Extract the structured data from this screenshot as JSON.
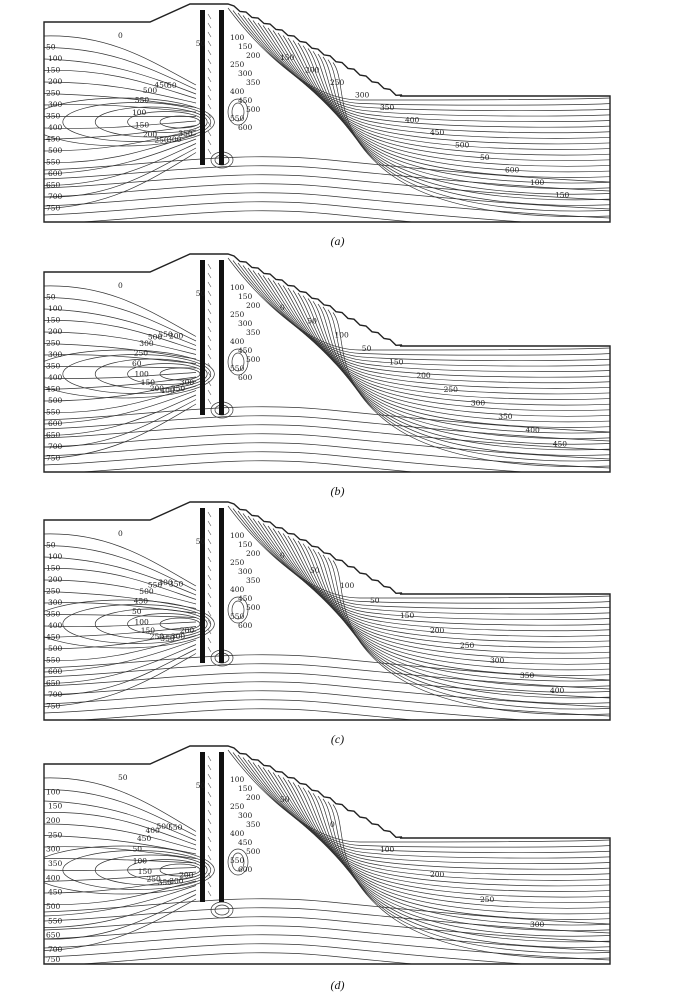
{
  "panels": [
    {
      "caption": "(a)",
      "left_labels": [
        "0",
        "50",
        "100",
        "150",
        "200",
        "250",
        "300",
        "350",
        "400",
        "450",
        "500",
        "550",
        "600",
        "650",
        "700",
        "750"
      ],
      "mid_labels": [
        "50",
        "350",
        "300",
        "250",
        "200",
        "150",
        "100",
        "550",
        "500",
        "450",
        "50"
      ],
      "right_labels": [
        "100",
        "150",
        "200",
        "250",
        "300",
        "350",
        "400",
        "450",
        "500",
        "550",
        "600",
        "150",
        "200",
        "250",
        "300",
        "350",
        "400",
        "450",
        "500",
        "50",
        "600",
        "100",
        "150"
      ]
    },
    {
      "caption": "(b)",
      "left_labels": [
        "0",
        "50",
        "100",
        "150",
        "200",
        "250",
        "300",
        "350",
        "400",
        "450",
        "500",
        "550",
        "600",
        "650",
        "700",
        "750"
      ],
      "mid_labels": [
        "50",
        "300",
        "350",
        "400",
        "200",
        "150",
        "100",
        "60",
        "250",
        "300",
        "500",
        "550",
        "200"
      ],
      "right_labels": [
        "100",
        "150",
        "200",
        "250",
        "300",
        "350",
        "400",
        "450",
        "500",
        "550",
        "600",
        "0",
        "50",
        "100",
        "50",
        "150",
        "200",
        "250",
        "300",
        "350",
        "400",
        "450"
      ]
    },
    {
      "caption": "(c)",
      "left_labels": [
        "0",
        "50",
        "100",
        "150",
        "200",
        "250",
        "300",
        "350",
        "400",
        "450",
        "500",
        "550",
        "600",
        "650",
        "700",
        "750"
      ],
      "mid_labels": [
        "50",
        "200",
        "300",
        "350",
        "250",
        "150",
        "100",
        "50",
        "450",
        "500",
        "550",
        "300",
        "350"
      ],
      "right_labels": [
        "100",
        "150",
        "200",
        "250",
        "300",
        "350",
        "400",
        "450",
        "500",
        "550",
        "600",
        "0",
        "50",
        "100",
        "50",
        "150",
        "200",
        "250",
        "300",
        "350",
        "400"
      ]
    },
    {
      "caption": "(d)",
      "left_labels": [
        "50",
        "100",
        "150",
        "200",
        "250",
        "300",
        "350",
        "400",
        "450",
        "500",
        "550",
        "650",
        "700",
        "750"
      ],
      "mid_labels": [
        "50",
        "200",
        "300",
        "350",
        "250",
        "150",
        "100",
        "50",
        "450",
        "400",
        "500",
        "550"
      ],
      "right_labels": [
        "100",
        "150",
        "200",
        "250",
        "300",
        "350",
        "400",
        "450",
        "500",
        "550",
        "600",
        "50",
        "0",
        "100",
        "200",
        "250",
        "300"
      ]
    }
  ]
}
